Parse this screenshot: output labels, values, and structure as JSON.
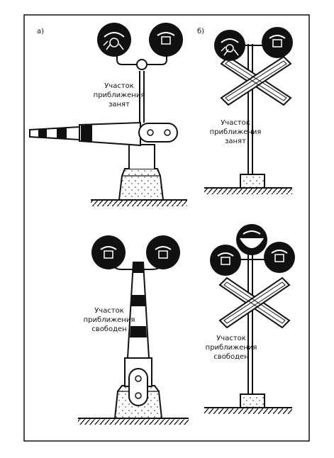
{
  "panels": {
    "a": {
      "marker": "а)",
      "top_label": [
        "Участок",
        "приближения",
        "занят"
      ],
      "bottom_label": [
        "Участок",
        "приближения",
        "свободен"
      ]
    },
    "b": {
      "marker": "б)",
      "top_label": [
        "Участок",
        "приближения",
        "занят"
      ],
      "bottom_label": [
        "Участок",
        "приближения",
        "свободен"
      ]
    }
  },
  "colors": {
    "ink": "#111111",
    "paper": "#ffffff"
  }
}
